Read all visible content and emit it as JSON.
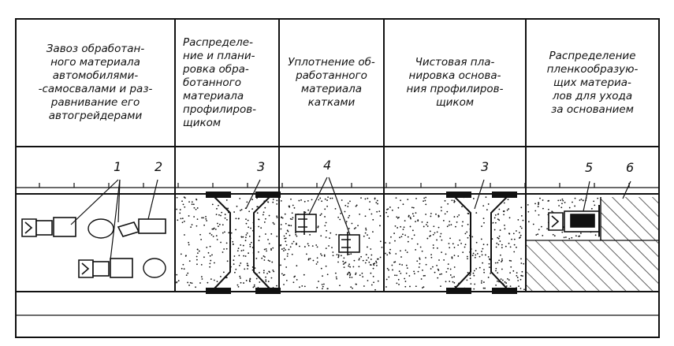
{
  "columns": [
    {
      "text": "Завоз обработан-\nного материала\nавтомобилями-\n-самосвалами и раз-\nравнивание его\nавтогрейдерами"
    },
    {
      "text": "Распределе-\nние и плани-\nровка обра-\nботанного\nматериала\nпрофилиров-\nщиком"
    },
    {
      "text": "Уплотнение об-\nработанного\nматериала\nкатками"
    },
    {
      "text": "Чистовая пла-\nнировка основа-\nния профилиров-\nщиком"
    },
    {
      "text": "Распределение\nпленкообразую-\nщих материа-\nлов для ухода\nза основанием"
    }
  ],
  "callouts": [
    "1",
    "2",
    "3",
    "4",
    "3",
    "5",
    "6"
  ]
}
